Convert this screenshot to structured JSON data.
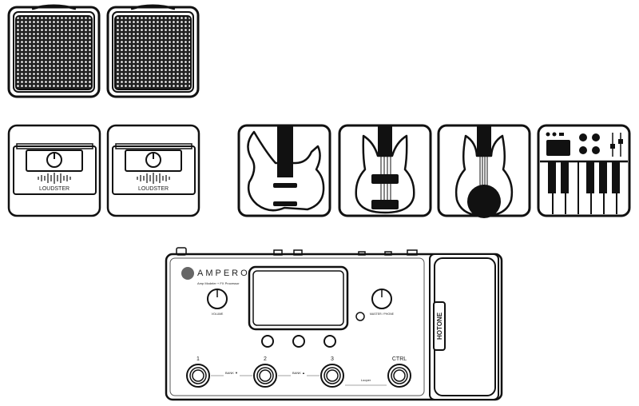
{
  "speakers": {
    "loudster_brand": "LOUDSTER"
  },
  "pedal": {
    "brand": "AMPERO",
    "tagline": "Amp Modeler + FX Processor",
    "side_logo": "HOTONE",
    "knob_left_label": "VOLUME",
    "knob_right_label": "MASTER / PHONE",
    "switch_labels": [
      "1",
      "2",
      "3",
      "CTRL"
    ],
    "bank_down_label": "BANK ▼",
    "bank_up_label": "BANK ▲",
    "looper_label": "Looper"
  }
}
